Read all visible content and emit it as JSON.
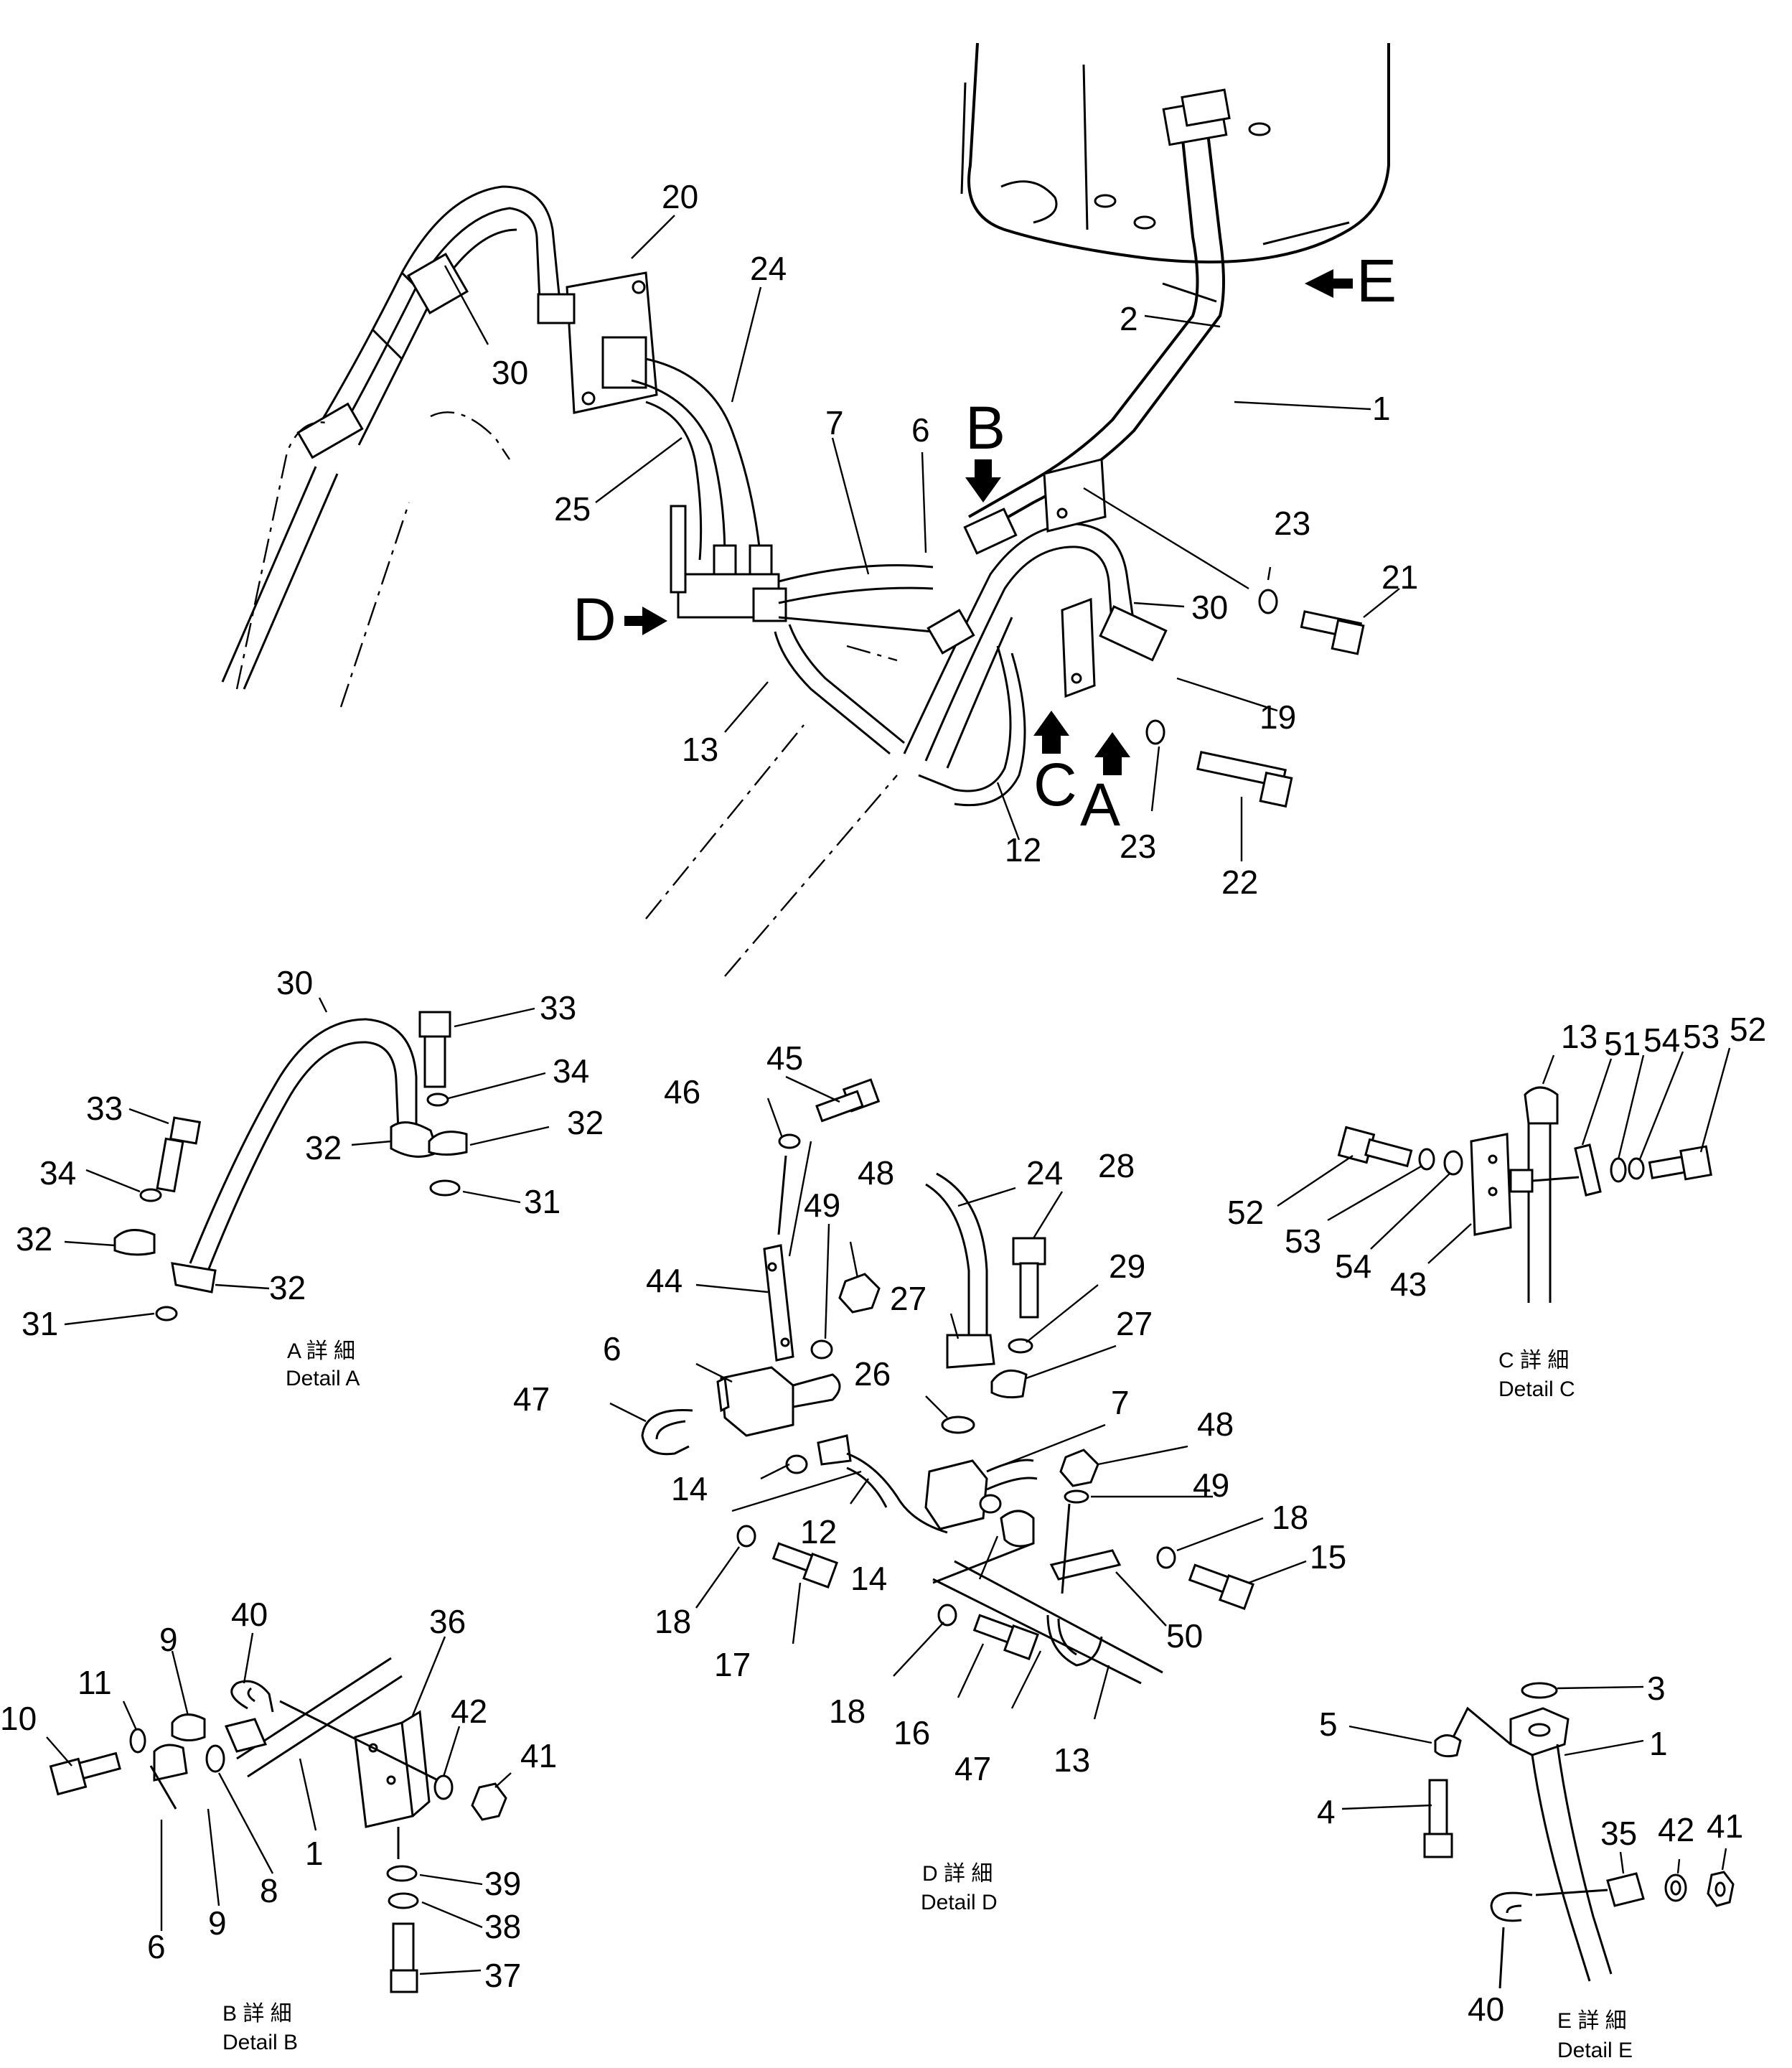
{
  "labels": {
    "n1": "1",
    "n2": "2",
    "n6": "6",
    "n7": "7",
    "n12": "12",
    "n13": "13",
    "n19": "19",
    "n20": "20",
    "n21": "21",
    "n22": "22",
    "n23a": "23",
    "n23b": "23",
    "n24": "24",
    "n25": "25",
    "n30a": "30",
    "n30b": "30",
    "A_30": "30",
    "A_33a": "33",
    "A_34a": "34",
    "A_32a": "32",
    "A_32b": "32",
    "A_31a": "31",
    "A_33b": "33",
    "A_34b": "34",
    "A_32c": "32",
    "A_32d": "32",
    "A_31b": "31",
    "D_45": "45",
    "D_46": "46",
    "D_48a": "48",
    "D_24": "24",
    "D_28": "28",
    "D_49a": "49",
    "D_44": "44",
    "D_29": "29",
    "D_27a": "27",
    "D_27b": "27",
    "D_6": "6",
    "D_26": "26",
    "D_47a": "47",
    "D_7": "7",
    "D_48b": "48",
    "D_14a": "14",
    "D_49b": "49",
    "D_12": "12",
    "D_18a": "18",
    "D_14b": "14",
    "D_15": "15",
    "D_18b": "18",
    "D_17": "17",
    "D_50": "50",
    "D_18c": "18",
    "D_16": "16",
    "D_47b": "47",
    "D_13": "13",
    "C_13": "13",
    "C_51": "51",
    "C_54a": "54",
    "C_53a": "53",
    "C_52a": "52",
    "C_52b": "52",
    "C_53b": "53",
    "C_54b": "54",
    "C_43": "43",
    "B_40": "40",
    "B_36": "36",
    "B_9a": "9",
    "B_11": "11",
    "B_10": "10",
    "B_42": "42",
    "B_41": "41",
    "B_1": "1",
    "B_8": "8",
    "B_9b": "9",
    "B_6": "6",
    "B_39": "39",
    "B_38": "38",
    "B_37": "37",
    "E_3": "3",
    "E_5": "5",
    "E_1": "1",
    "E_4": "4",
    "E_35": "35",
    "E_42": "42",
    "E_41": "41",
    "E_40": "40"
  },
  "view_arrows": {
    "A": "A",
    "B": "B",
    "C": "C",
    "D": "D",
    "E": "E"
  },
  "captions": {
    "A": {
      "jp": "A 詳 細",
      "en": "Detail A"
    },
    "B": {
      "jp": "B 詳 細",
      "en": "Detail B"
    },
    "C": {
      "jp": "C 詳 細",
      "en": "Detail C"
    },
    "D": {
      "jp": "D 詳 細",
      "en": "Detail D"
    },
    "E": {
      "jp": "E 詳 細",
      "en": "Detail E"
    }
  }
}
